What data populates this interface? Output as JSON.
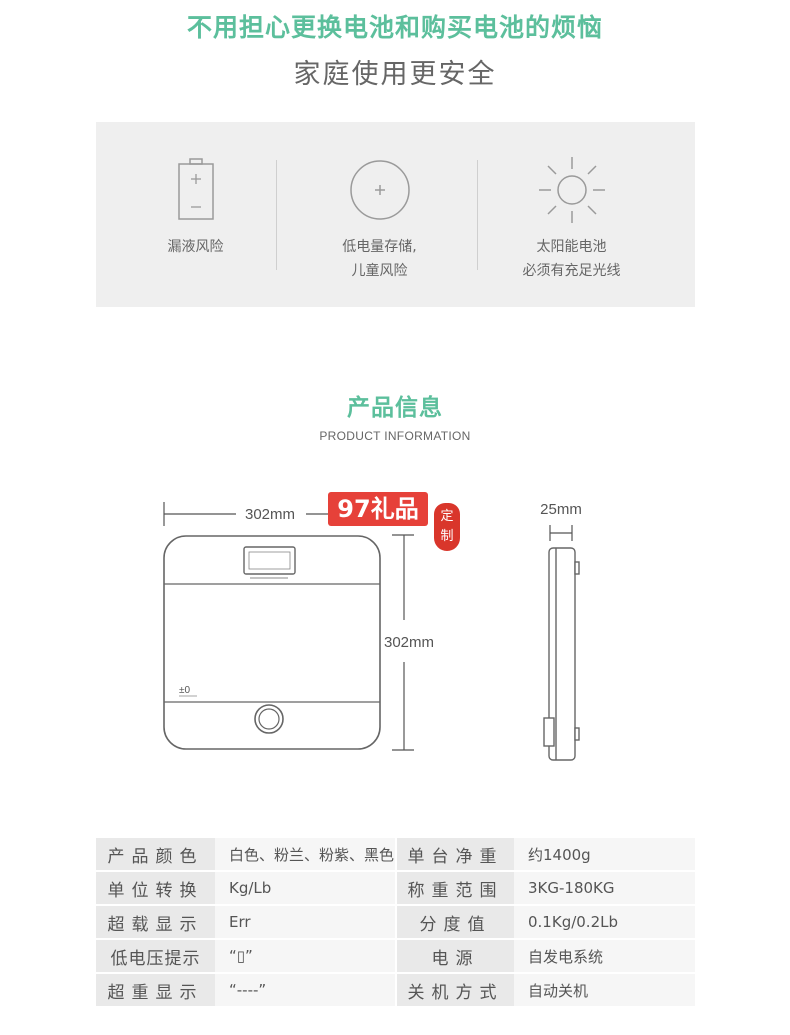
{
  "header": {
    "headline": "不用担心更换电池和购买电池的烦恼",
    "subhead": "家庭使用更安全"
  },
  "features": [
    {
      "icon": "battery-icon",
      "label": "漏液风险"
    },
    {
      "icon": "low-battery-plus-icon",
      "label": "低电量存储,\n儿童风险"
    },
    {
      "icon": "sun-icon",
      "label": "太阳能电池\n必须有充足光线"
    }
  ],
  "product_info": {
    "title": "产品信息",
    "subtitle": "PRODUCT INFORMATION"
  },
  "diagram": {
    "width_label": "302mm",
    "height_label": "302mm",
    "depth_label": "25mm",
    "display_zero": "±0",
    "logo_text": "97礼品",
    "seal_text": "定\n制"
  },
  "specs": [
    {
      "label1": "产品颜色",
      "value1": "白色、粉兰、粉紫、黑色",
      "label2": "单台净重",
      "value2": "约1400g"
    },
    {
      "label1": "单位转换",
      "value1": "Kg/Lb",
      "label2": "称重范围",
      "value2": "3KG-180KG"
    },
    {
      "label1": "超载显示",
      "value1": "Err",
      "label2": "分度值",
      "value2": "0.1Kg/0.2Lb"
    },
    {
      "label1": "低电压提示",
      "value1": "“▯”",
      "label2": "电源",
      "value2": "自发电系统"
    },
    {
      "label1": "超重显示",
      "value1": "“----”",
      "label2": "关机方式",
      "value2": "自动关机"
    }
  ],
  "colors": {
    "accent": "#5cbf9c",
    "panel": "#efefef",
    "logo": "#e64139"
  }
}
